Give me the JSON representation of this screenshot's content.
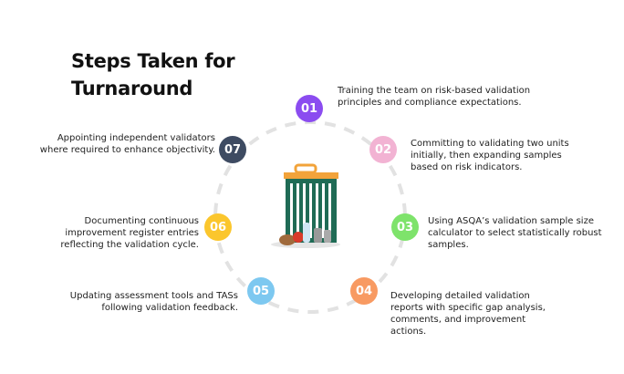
{
  "title_line1": "Steps Taken for",
  "title_line2": "Turnaround",
  "steps": [
    {
      "num": "01",
      "color": "#8b4cf0",
      "text": "Training the team on risk-based validation principles and compliance expectations."
    },
    {
      "num": "02",
      "color": "#f2b3d3",
      "text": "Committing to validating two units initially, then expanding samples based on risk indicators."
    },
    {
      "num": "03",
      "color": "#7ee36b",
      "text": "Using ASQA’s validation sample size calculator to select statistically robust samples."
    },
    {
      "num": "04",
      "color": "#f89a62",
      "text": "Developing detailed validation reports with specific gap analysis, comments, and improvement actions."
    },
    {
      "num": "05",
      "color": "#7dc8f0",
      "text": "Updating assessment tools and TASs following validation feedback."
    },
    {
      "num": "06",
      "color": "#fbc62d",
      "text": "Documenting continuous improvement register entries reflecting the validation cycle."
    },
    {
      "num": "07",
      "color": "#3e4b62",
      "text": "Appointing independent validators where required to enhance objectivity."
    }
  ]
}
